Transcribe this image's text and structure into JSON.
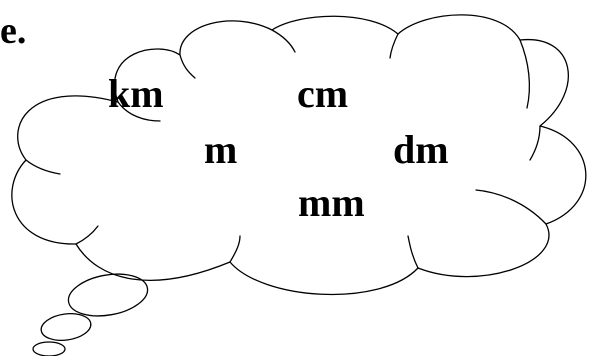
{
  "fragment_text": "e.",
  "units": [
    "km",
    "cm",
    "m",
    "dm",
    "mm"
  ]
}
